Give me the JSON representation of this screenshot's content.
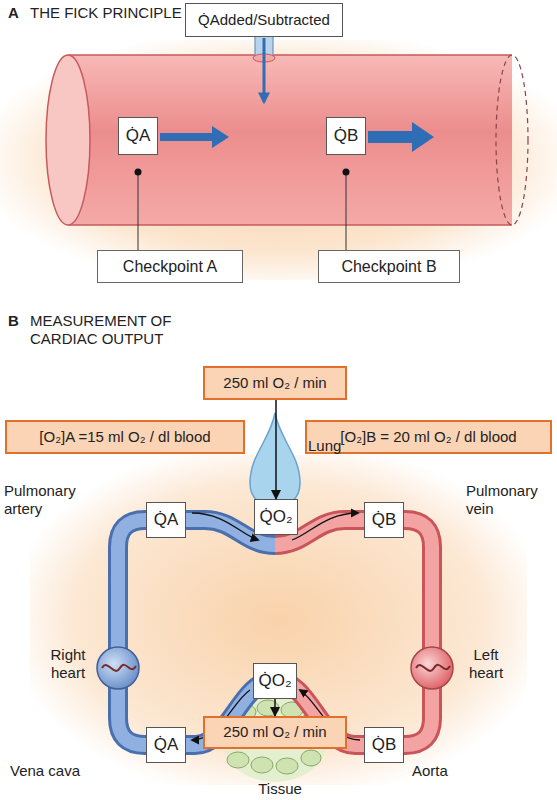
{
  "diagram": {
    "nodes": [
      {
        "text": [
          "Q̇Added/Subtracted"
        ]
      },
      {
        "text": [
          "Q̇A"
        ]
      },
      {
        "text": [
          "Q̇B"
        ]
      },
      {
        "text": [
          "Checkpoint A"
        ]
      },
      {
        "text": [
          "Checkpoint B"
        ]
      },
      {
        "text": [
          "250 ml O₂ / min"
        ]
      },
      {
        "text": [
          "[O₂]A =15 ml O₂ / dl blood"
        ]
      },
      {
        "text": [
          "[O₂]B = 20 ml O₂ / dl blood"
        ]
      },
      {
        "text": [
          "Q̇A"
        ]
      },
      {
        "text": [
          "Q̇O₂"
        ]
      },
      {
        "text": [
          "Q̇B"
        ]
      },
      {
        "text": [
          "Q̇A"
        ]
      },
      {
        "text": [
          "Q̇O₂"
        ]
      },
      {
        "text": [
          "Q̇B"
        ]
      },
      {
        "text": [
          "250 ml O₂ / min"
        ]
      }
    ],
    "edges": [
      {
        "from": 5,
        "to": 9,
        "arrow": "to"
      },
      {
        "from": 12,
        "to": 14,
        "arrow": "to"
      }
    ],
    "labels": [
      "A",
      "THE FICK PRINCIPLE",
      "B",
      "MEASUREMENT OF CARDIAC OUTPUT",
      "Lung",
      "Pulmonary artery",
      "Pulmonary vein",
      "Right heart",
      "Left heart",
      "Vena cava",
      "Aorta",
      "Tissue"
    ]
  }
}
